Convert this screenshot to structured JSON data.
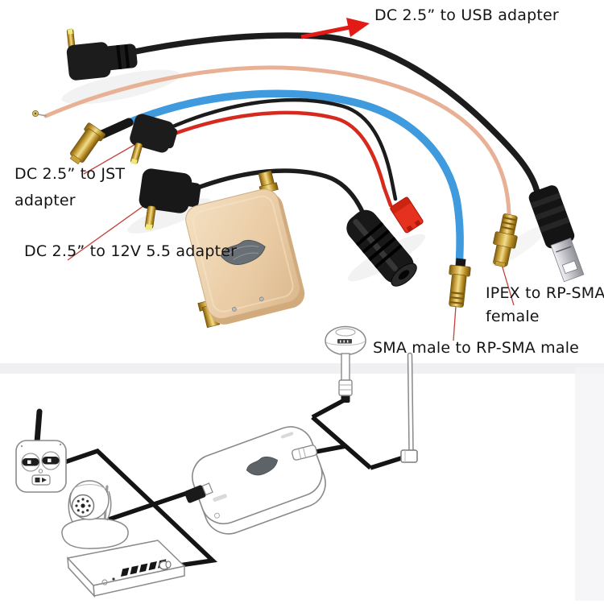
{
  "annotations": {
    "usb": {
      "text": "DC 2.5” to USB adapter"
    },
    "jst": {
      "line1": "DC 2.5” to JST",
      "line2": "adapter"
    },
    "twelve_volt": {
      "text": "DC 2.5” to 12V 5.5 adapter"
    },
    "ipex": {
      "line1": "IPEX to RP-SMA",
      "line2": "female"
    },
    "sma": {
      "text": "SMA male to RP-SMA male"
    }
  },
  "colors": {
    "cable_black": "#1c1c1c",
    "cable_salmon": "#e8b195",
    "cable_blue": "#3f9ade",
    "wire_red": "#d62a1f",
    "jst_red": "#e5311d",
    "gold": "#c79a3b",
    "booster_body": "#eed4b2",
    "logo_gray": "#686f75",
    "arrow_red": "#e31b17",
    "leader_red": "#c2403a",
    "diagram_line": "#141414",
    "outline_gray": "#8a8a8a"
  }
}
